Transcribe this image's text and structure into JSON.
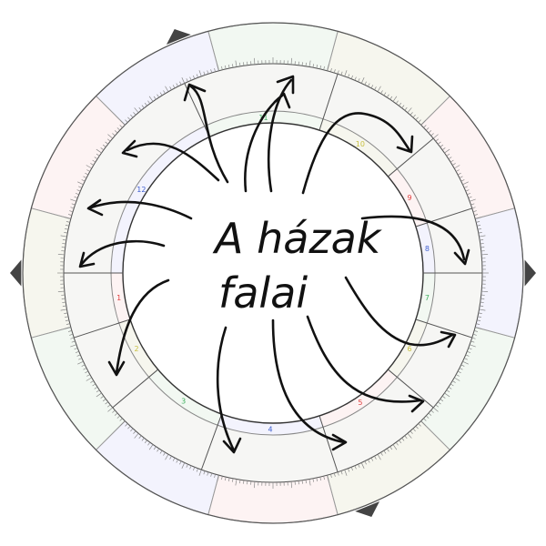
{
  "title": {
    "line1": "A házak",
    "line2": "falai"
  },
  "houses": [
    {
      "number": "1",
      "color": "#e04040"
    },
    {
      "number": "2",
      "color": "#c8c040"
    },
    {
      "number": "3",
      "color": "#40b060"
    },
    {
      "number": "4",
      "color": "#4060d0"
    },
    {
      "number": "5",
      "color": "#e04040"
    },
    {
      "number": "6",
      "color": "#c8c040"
    },
    {
      "number": "7",
      "color": "#40b060"
    },
    {
      "number": "8",
      "color": "#4060d0"
    },
    {
      "number": "9",
      "color": "#e04040"
    },
    {
      "number": "10",
      "color": "#c8c040"
    },
    {
      "number": "11",
      "color": "#40b060"
    },
    {
      "number": "12",
      "color": "#4060d0"
    }
  ],
  "sign_tints": [
    "#fdf3f3",
    "#f6f6ee",
    "#f2f8f2",
    "#f3f3fd"
  ],
  "colors": {
    "line": "#555555",
    "ring_fill": "#f6f6f4",
    "marker": "#444444",
    "ink": "#111111"
  }
}
